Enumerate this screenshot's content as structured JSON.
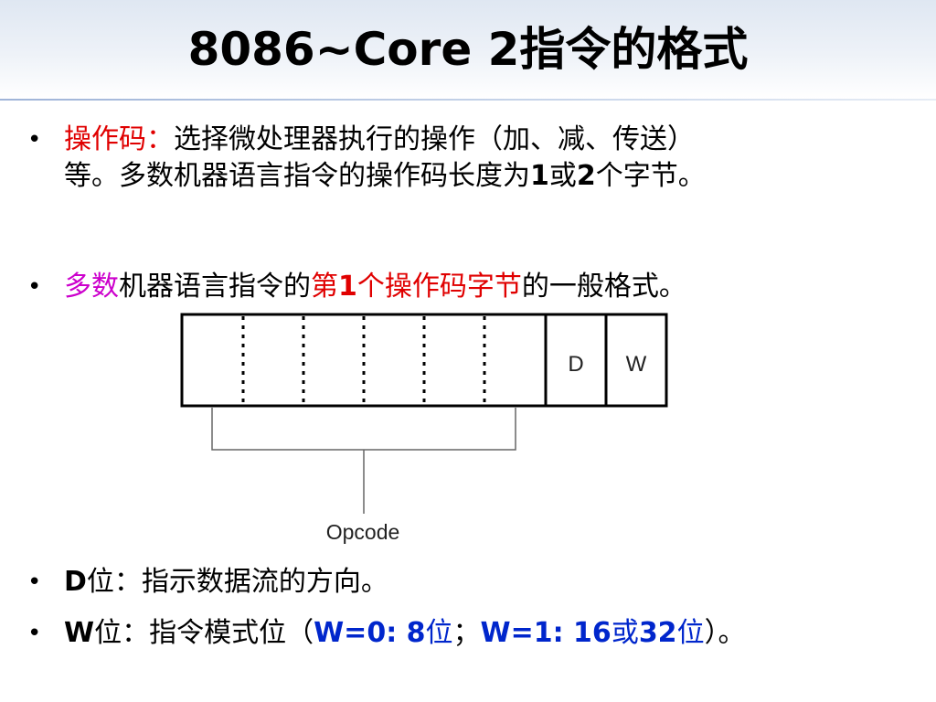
{
  "slide": {
    "title": "8086~Core 2指令的格式"
  },
  "bullets": {
    "b1": {
      "marker": "•",
      "lead": "操作码：",
      "line1_rest": "选择微处理器执行的操作（加、减、传送）",
      "line2_pre": "等。多数机器语言指令的操作码长度为",
      "n1": "1",
      "or": "或",
      "n2": "2",
      "line2_post": "个字节。"
    },
    "b2": {
      "marker": "•",
      "part1": "多数",
      "part2": "机器语言指令的",
      "part3": "第",
      "part3_num": "1",
      "part4": "个操作码字节",
      "part5": "的一般格式。"
    },
    "b3": {
      "marker": "•",
      "bit": "D",
      "rest": "位：指示数据流的方向。"
    },
    "b4": {
      "marker": "•",
      "bit": "W",
      "mid": "位：指令模式位（",
      "w0": "W=0: 8",
      "w0_unit": "位",
      "sep": "；",
      "w1": "W=1: 16",
      "w1_or": "或",
      "w1_32": "32",
      "w1_unit": "位",
      "end": "）。"
    }
  },
  "diagram": {
    "d_label": "D",
    "w_label": "W",
    "opcode_label": "Opcode"
  }
}
